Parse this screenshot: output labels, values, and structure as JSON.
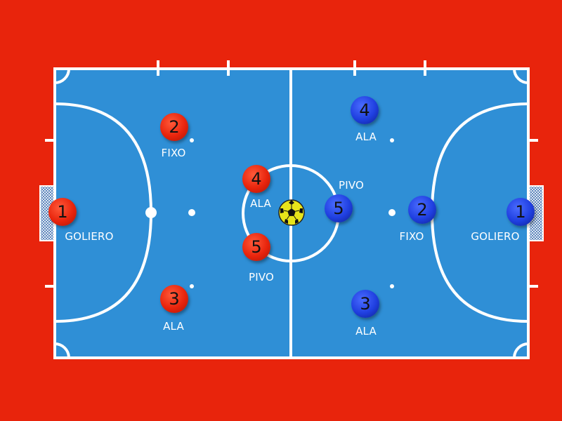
{
  "colors": {
    "background": "#e8240c",
    "court": "#2f8fd6",
    "lines": "#ffffff",
    "team_red": "#e8240c",
    "team_blue": "#1f3fe0",
    "ball": "#e8e41a"
  },
  "ball": {
    "name": "soccer-ball-icon"
  },
  "red_team": [
    {
      "number": "1",
      "role": "GOLIERO"
    },
    {
      "number": "2",
      "role": "FIXO"
    },
    {
      "number": "3",
      "role": "ALA"
    },
    {
      "number": "4",
      "role": "ALA"
    },
    {
      "number": "5",
      "role": "PIVO"
    }
  ],
  "blue_team": [
    {
      "number": "1",
      "role": "GOLIERO"
    },
    {
      "number": "2",
      "role": "FIXO"
    },
    {
      "number": "3",
      "role": "ALA"
    },
    {
      "number": "4",
      "role": "ALA"
    },
    {
      "number": "5",
      "role": "PIVO"
    }
  ]
}
